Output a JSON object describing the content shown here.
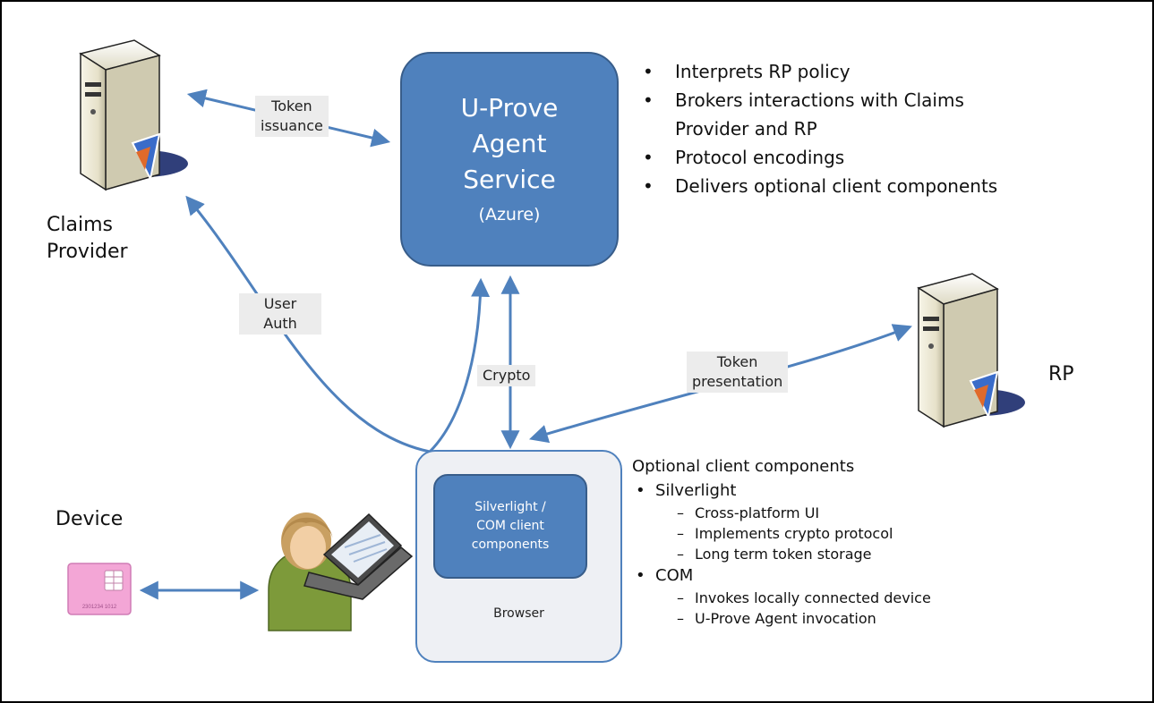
{
  "actors": {
    "claims_provider": "Claims\nProvider",
    "rp": "RP",
    "device": "Device"
  },
  "agent_service": {
    "title": "U-Prove\nAgent\nService",
    "subtitle": "(Azure)"
  },
  "agent_features": [
    "Interprets RP policy",
    "Brokers interactions with Claims",
    "Provider and RP",
    "Protocol encodings",
    "Delivers optional client components"
  ],
  "browser": {
    "client_label": "Silverlight /\nCOM client\ncomponents",
    "label": "Browser"
  },
  "edge_labels": {
    "token_issuance": "Token\nissuance",
    "user_auth": "User\nAuth",
    "crypto": "Crypto",
    "token_presentation": "Token\npresentation"
  },
  "optional": {
    "heading": "Optional client components",
    "groups": [
      {
        "name": "Silverlight",
        "items": [
          "Cross-platform UI",
          "Implements crypto protocol",
          "Long term token storage"
        ]
      },
      {
        "name": "COM",
        "items": [
          "Invokes locally connected device",
          "U-Prove Agent invocation"
        ]
      }
    ]
  },
  "smartcard_text": "2301234 1012",
  "colors": {
    "accent": "#4f81bd",
    "accent_dark": "#385d8a",
    "arrow": "#4f81bd",
    "label_bg": "#ececec",
    "card": "#f3a6d6"
  },
  "icons": [
    "server-icon",
    "user-with-laptop-icon",
    "smart-card-icon"
  ]
}
